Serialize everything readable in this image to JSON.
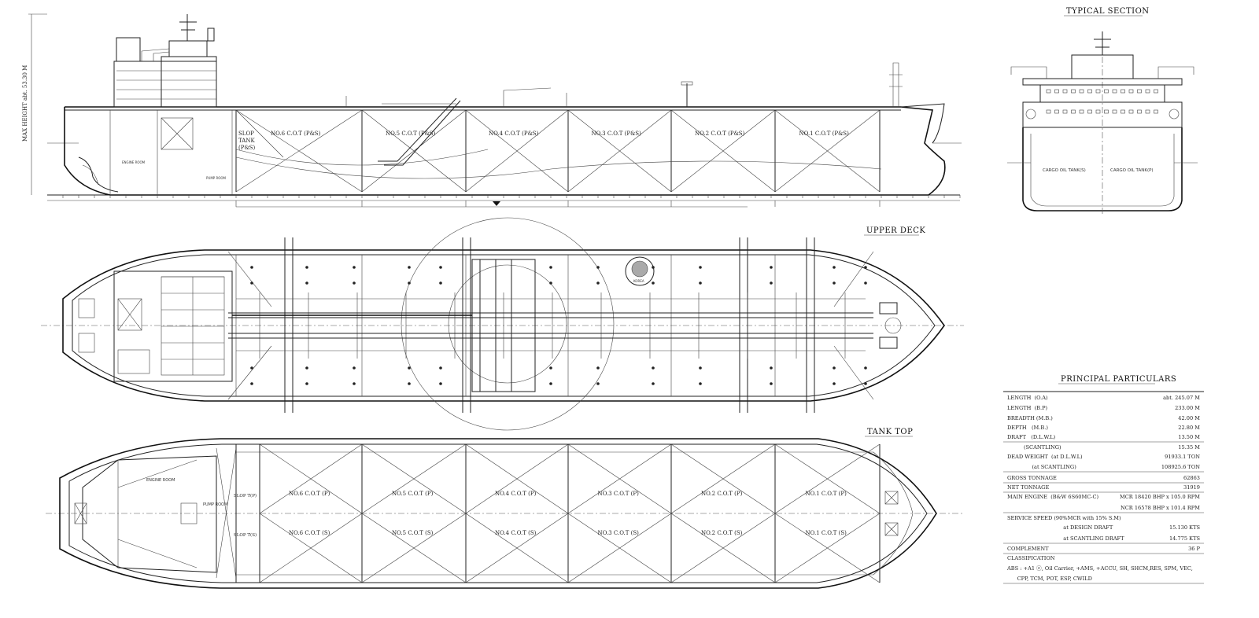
{
  "views": {
    "typical_section": {
      "title": "TYPICAL SECTION",
      "tank_s": "CARGO OIL TANK(S)",
      "tank_p": "CARGO OIL TANK(P)"
    },
    "upper_deck": {
      "title": "UPPER DECK",
      "logo_text": "KOREA"
    },
    "tank_top": {
      "title": "TANK TOP",
      "engine_room": "ENGINE ROOM",
      "pump_room": "PUMP ROOM",
      "slop_p": "SLOP T(P)",
      "slop_s": "SLOP T(S)",
      "tanks_p": [
        "NO.6 C.O.T (P)",
        "NO.5 C.O.T (P)",
        "NO.4 C.O.T (P)",
        "NO.3 C.O.T (P)",
        "NO.2 C.O.T (P)",
        "NO.1 C.O.T (P)"
      ],
      "tanks_s": [
        "NO.6 C.O.T (S)",
        "NO.5 C.O.T (S)",
        "NO.4 C.O.T (S)",
        "NO.3 C.O.T (S)",
        "NO.2 C.O.T (S)",
        "NO.1 C.O.T (S)"
      ]
    },
    "profile": {
      "engine_room": "ENGINE ROOM",
      "pump_room": "PUMP ROOM",
      "slop": [
        "SLOP",
        "TANK",
        "(P&S)"
      ],
      "tanks": [
        "NO.6 C.O.T (P&S)",
        "NO.5 C.O.T (P&S)",
        "NO.4 C.O.T (P&S)",
        "NO.3 C.O.T (P&S)",
        "NO.2 C.O.T (P&S)",
        "NO.1 C.O.T (P&S)"
      ],
      "side_dim": "MAX HEIGHT abt.  53.30 M"
    }
  },
  "particulars": {
    "title": "PRINCIPAL PARTICULARS",
    "rows": [
      {
        "label": "LENGTH  (O.A)",
        "value": "abt. 245.07 M"
      },
      {
        "label": "LENGTH  (B.P)",
        "value": "233.00 M"
      },
      {
        "label": "BREADTH (M.B.)",
        "value": "42.00 M"
      },
      {
        "label": "DEPTH   (M.B.)",
        "value": "22.80 M"
      },
      {
        "label": "DRAFT   (D.L.W.L)",
        "value": "13.50 M"
      },
      {
        "label": "          (SCANTLING)",
        "value": "15.35 M"
      },
      {
        "label": "DEAD WEIGHT  (at D.L.W.L)",
        "value": "91933.1 TON"
      },
      {
        "label": "               (at SCANTLING)",
        "value": "108925.6 TON"
      },
      {
        "label": "GROSS TONNAGE",
        "value": "62863"
      },
      {
        "label": "NET TONNAGE",
        "value": "31919"
      },
      {
        "label": "MAIN ENGINE  (B&W 6S60MC-C)",
        "value": "MCR 18420 BHP x 105.0 RPM"
      },
      {
        "label": "",
        "value": "NCR 16578 BHP x 101.4 RPM"
      },
      {
        "label": "SERVICE SPEED (90%MCR with 15% S.M)",
        "value": ""
      },
      {
        "label": "                                  at DESIGN DRAFT",
        "value": "15.130 KTS"
      },
      {
        "label": "                                  at SCANTLING DRAFT",
        "value": "14.775 KTS"
      },
      {
        "label": "COMPLEMENT",
        "value": "36  P"
      },
      {
        "label": "CLASSIFICATION",
        "value": ""
      },
      {
        "label": "ABS : +A1 ⓔ, Oil Carrier, +AMS, +ACCU, SH, SHCM,RES, SPM, VEC,",
        "value": ""
      },
      {
        "label": "      CPP, TCM, POT, ESP, CWILD",
        "value": ""
      }
    ]
  }
}
